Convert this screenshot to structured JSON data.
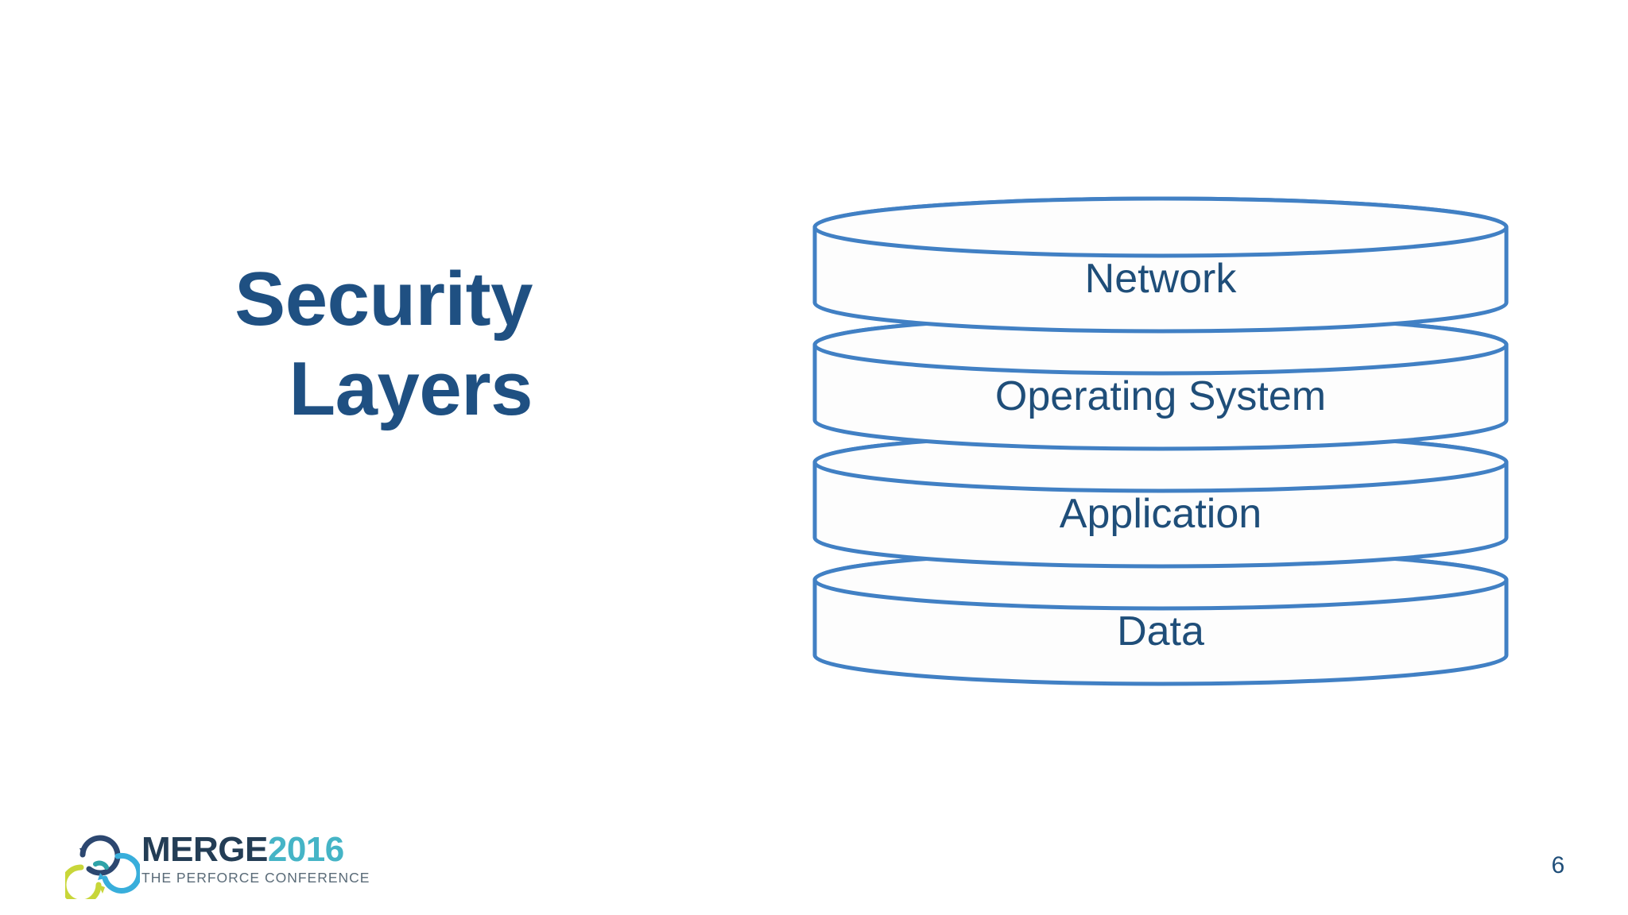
{
  "slide": {
    "background_color": "#FFFFFF",
    "page_number": "6"
  },
  "title": {
    "line1": "Security",
    "line2": "Layers",
    "color": "#1F5082"
  },
  "diagram": {
    "type": "stacked-cylinder",
    "stroke_color": "#4180C4",
    "fill_color": "#FDFDFD",
    "label_color": "#1F4E79",
    "order": "top-to-bottom",
    "layers": [
      {
        "label": "Network"
      },
      {
        "label": "Operating System"
      },
      {
        "label": "Application"
      },
      {
        "label": "Data"
      }
    ]
  },
  "logo": {
    "wordmark_primary": "MERGE",
    "wordmark_year": "2016",
    "tagline": "THE PERFORCE CONFERENCE",
    "primary_color": "#233D55",
    "year_color": "#45B4C6",
    "tagline_color": "#5A6B78",
    "mark_colors": {
      "navy": "#2C4770",
      "yellow_green": "#C8D639",
      "cyan": "#38AEDB",
      "teal": "#2FA3A8"
    }
  }
}
